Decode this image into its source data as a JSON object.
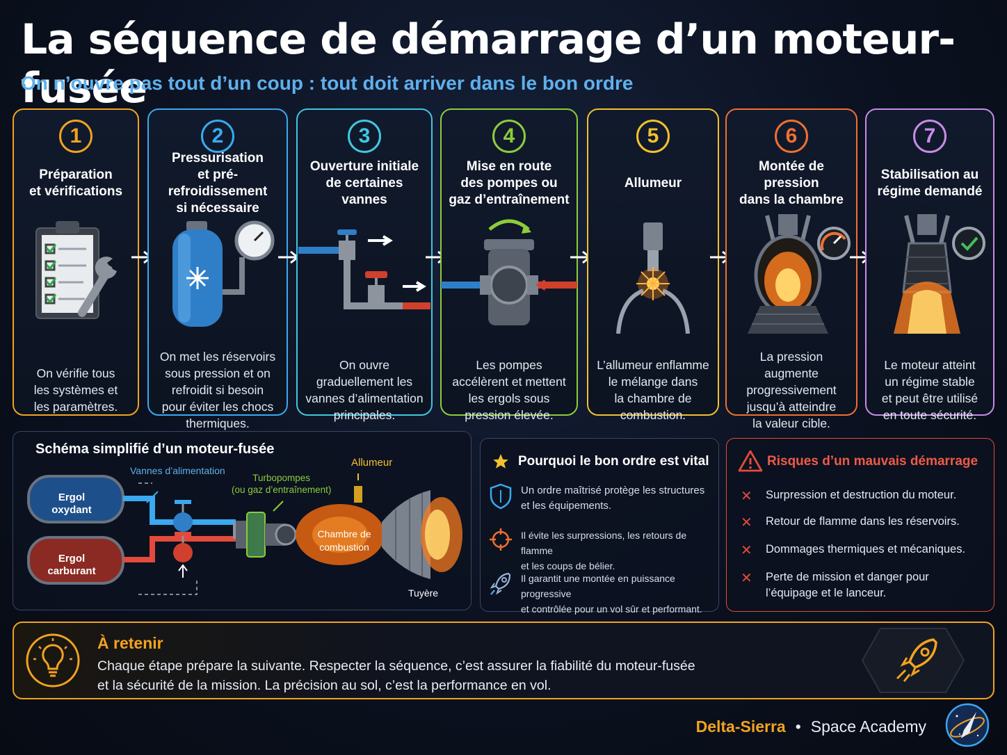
{
  "title": "La séquence de démarrage d’un moteur-fusée",
  "subtitle": "On n’ouvre pas tout d’un coup : tout doit arriver dans le bon ordre",
  "colors": {
    "orange": "#f2a320",
    "blue": "#3aa9f0",
    "cyan": "#40c8e0",
    "green": "#8dcc3a",
    "yellow": "#f2c12e",
    "orange_red": "#f07030",
    "violet": "#c98be8",
    "red": "#e24b3b"
  },
  "steps": [
    {
      "number": "1",
      "title_l1": "Préparation",
      "title_l2": "et vérifications",
      "title_l3": "",
      "desc_l1": "On vérifie tous",
      "desc_l2": "les systèmes et",
      "desc_l3": "les paramètres.",
      "desc_l4": "",
      "desc_l5": "",
      "icon": "clipboard-wrench-icon"
    },
    {
      "number": "2",
      "title_l1": "Pressurisation",
      "title_l2": "et pré-refroidissement",
      "title_l3": "si nécessaire",
      "desc_l1": "On met les réservoirs",
      "desc_l2": "sous pression et on",
      "desc_l3": "refroidit si besoin",
      "desc_l4": "pour éviter les chocs",
      "desc_l5": "thermiques.",
      "icon": "tank-gauge-icon"
    },
    {
      "number": "3",
      "title_l1": "Ouverture initiale",
      "title_l2": "de certaines vannes",
      "title_l3": "",
      "desc_l1": "On ouvre",
      "desc_l2": "graduellement les",
      "desc_l3": "vannes d’alimentation",
      "desc_l4": "principales.",
      "desc_l5": "",
      "icon": "valves-icon"
    },
    {
      "number": "4",
      "title_l1": "Mise en route",
      "title_l2": "des pompes ou",
      "title_l3": "gaz d’entraînement",
      "desc_l1": "Les pompes",
      "desc_l2": "accélèrent et mettent",
      "desc_l3": "les ergols sous",
      "desc_l4": "pression élevée.",
      "desc_l5": "",
      "icon": "pump-icon"
    },
    {
      "number": "5",
      "title_l1": "Allumeur",
      "title_l2": "",
      "title_l3": "",
      "desc_l1": "L’allumeur enflamme",
      "desc_l2": "le mélange dans",
      "desc_l3": "la chambre de",
      "desc_l4": "combustion.",
      "desc_l5": "",
      "icon": "igniter-spark-icon"
    },
    {
      "number": "6",
      "title_l1": "Montée de pression",
      "title_l2": "dans la chambre",
      "title_l3": "",
      "desc_l1": "La pression augmente",
      "desc_l2": "progressivement",
      "desc_l3": "jusqu’à atteindre",
      "desc_l4": "la valeur cible.",
      "desc_l5": "",
      "icon": "engine-gauge-icon"
    },
    {
      "number": "7",
      "title_l1": "Stabilisation au",
      "title_l2": "régime demandé",
      "title_l3": "",
      "desc_l1": "Le moteur atteint",
      "desc_l2": "un régime stable",
      "desc_l3": "et peut être utilisé",
      "desc_l4": "en toute sécurité.",
      "desc_l5": "",
      "icon": "engine-check-icon"
    }
  ],
  "schema": {
    "title": "Schéma simplifié d’un moteur-fusée",
    "tank_oxidizer_l1": "Ergol",
    "tank_oxidizer_l2": "oxydant",
    "tank_fuel_l1": "Ergol",
    "tank_fuel_l2": "carburant",
    "valves_label": "Vannes d’alimentation",
    "turbopumps_l1": "Turbopompes",
    "turbopumps_l2": "(ou gaz d’entraînement)",
    "igniter_label": "Allumeur",
    "chamber_l1": "Chambre de",
    "chamber_l2": "combustion",
    "nozzle_label": "Tuyère"
  },
  "why": {
    "title": "Pourquoi le bon ordre est vital",
    "items": [
      {
        "l1": "Un ordre maîtrisé protège les structures",
        "l2": "et les équipements.",
        "icon": "shield-icon"
      },
      {
        "l1": "Il évite les surpressions, les retours de flamme",
        "l2": "et les coups de bélier.",
        "icon": "crosshair-icon"
      },
      {
        "l1": "Il garantit une montée en puissance progressive",
        "l2": "et contrôlée pour un vol sûr et performant.",
        "icon": "rocket-icon"
      }
    ]
  },
  "risks": {
    "title": "Risques d’un mauvais démarrage",
    "items": [
      {
        "l1": "Surpression et destruction du moteur.",
        "l2": ""
      },
      {
        "l1": "Retour de flamme dans les réservoirs.",
        "l2": ""
      },
      {
        "l1": "Dommages thermiques et mécaniques.",
        "l2": ""
      },
      {
        "l1": "Perte de mission et danger pour",
        "l2": "l’équipage et le lanceur."
      }
    ]
  },
  "retain": {
    "title": "À retenir",
    "l1": "Chaque étape prépare la suivante. Respecter la séquence, c’est assurer la fiabilité du moteur-fusée",
    "l2": "et la sécurité de la mission. La précision au sol, c’est la performance en vol."
  },
  "footer": {
    "brand": "Delta-Sierra",
    "separator": "•",
    "academy": "Space Academy"
  }
}
